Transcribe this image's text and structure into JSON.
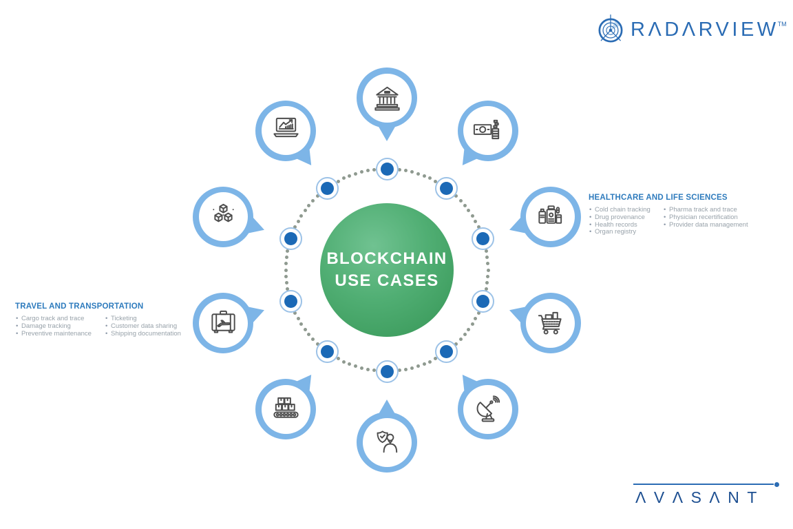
{
  "logos": {
    "radarview": {
      "text": "RΛDΛRVIEW",
      "tm": "TM",
      "icon": "radar-icon"
    },
    "avasant": {
      "text": "ΛVΛSΛNT"
    }
  },
  "center": {
    "title_line1": "BLOCKCHAIN",
    "title_line2": "USE CASES"
  },
  "ring": {
    "sectors": [
      {
        "name": "banking",
        "icon": "bank-icon"
      },
      {
        "name": "payments-finance",
        "icon": "money-icon"
      },
      {
        "name": "healthcare-life-sciences",
        "icon": "medicine-icon"
      },
      {
        "name": "retail",
        "icon": "shopping-cart-icon"
      },
      {
        "name": "telecom",
        "icon": "satellite-dish-icon"
      },
      {
        "name": "insurance",
        "icon": "shield-person-icon"
      },
      {
        "name": "manufacturing",
        "icon": "conveyor-belt-icon"
      },
      {
        "name": "travel-transportation",
        "icon": "luggage-plane-icon"
      },
      {
        "name": "blockchain-blocks",
        "icon": "cubes-icon"
      },
      {
        "name": "analytics",
        "icon": "laptop-chart-icon"
      }
    ]
  },
  "callouts": {
    "healthcare": {
      "title": "HEALTHCARE AND LIFE SCIENCES",
      "col1": [
        "Cold chain tracking",
        "Drug provenance",
        "Health records",
        "Organ registry"
      ],
      "col2": [
        "Pharma track and trace",
        "Physician recertification",
        "Provider data management"
      ]
    },
    "travel": {
      "title": "TRAVEL AND TRANSPORTATION",
      "col1": [
        "Cargo track and trace",
        "Damage tracking",
        "Preventive maintenance"
      ],
      "col2": [
        "Ticketing",
        "Customer data sharing",
        "Shipping documentation"
      ]
    }
  },
  "colors": {
    "bubble_ring": "#7db5e7",
    "node_fill": "#1b69b6",
    "node_outline": "#9cc2e7",
    "ring_dot": "#8f9a90",
    "center_green": "#45a369",
    "heading_blue": "#2e7bbd",
    "bullet_text": "#98a2aa",
    "brand_blue": "#2b6cb4",
    "avasant_blue": "#1d4f91"
  }
}
